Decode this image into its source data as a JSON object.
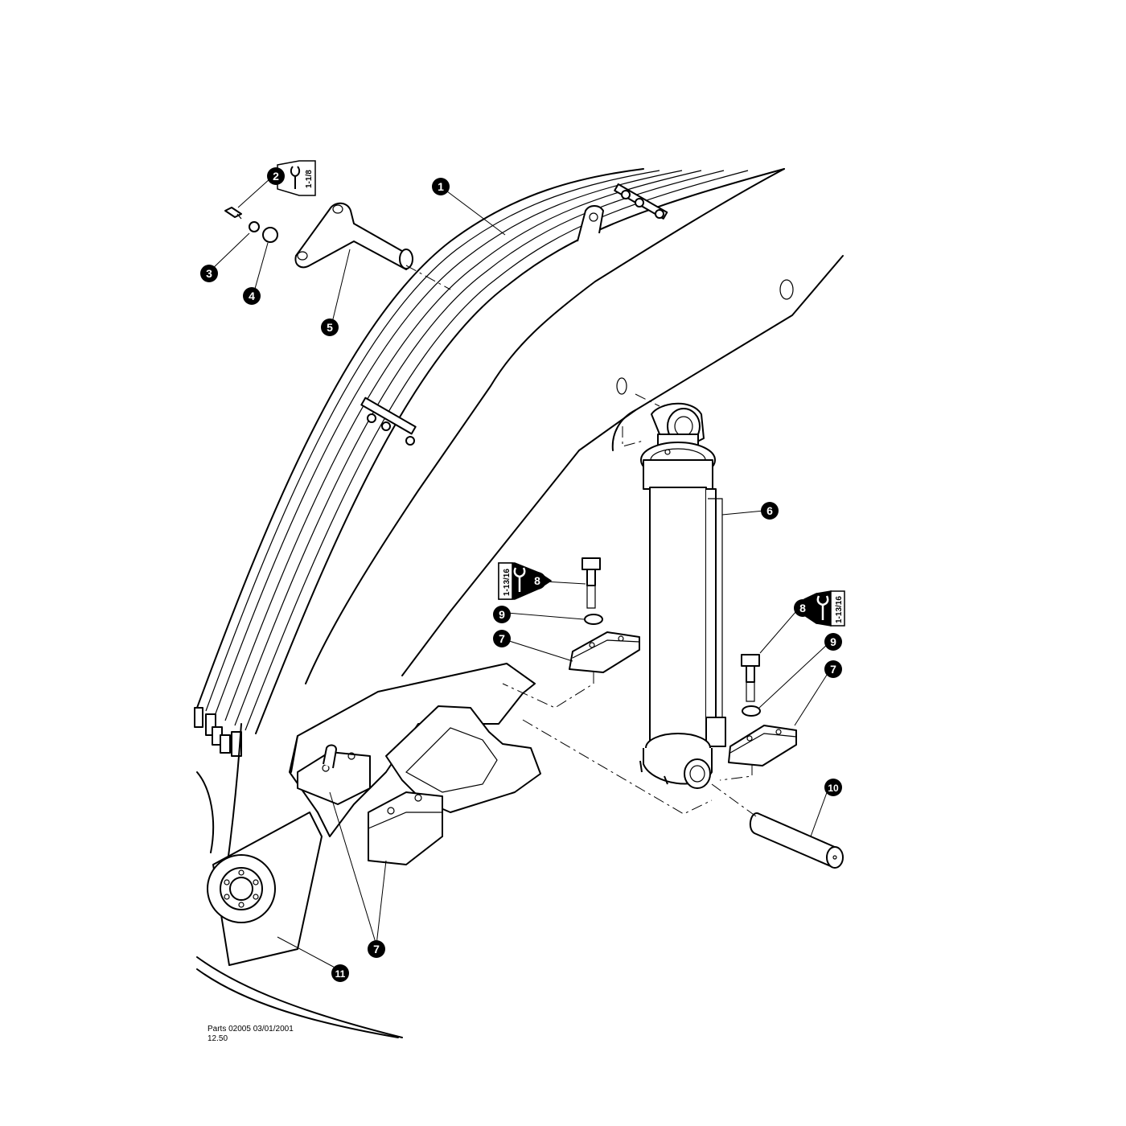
{
  "callouts": {
    "c1": "1",
    "c2": "2",
    "c3": "3",
    "c4": "4",
    "c5": "5",
    "c6": "6",
    "c7a": "7",
    "c7b": "7",
    "c7c": "7",
    "c8a": "8",
    "c8b": "8",
    "c9a": "9",
    "c9b": "9",
    "c10": "10",
    "c11": "11"
  },
  "wrench_tags": {
    "tag_2": "1-1/8",
    "tag_8_left": "1-13/16",
    "tag_8_right": "1-13/16"
  },
  "footer": {
    "line1": "Parts 02005  03/01/2001",
    "line2": "12.50"
  }
}
